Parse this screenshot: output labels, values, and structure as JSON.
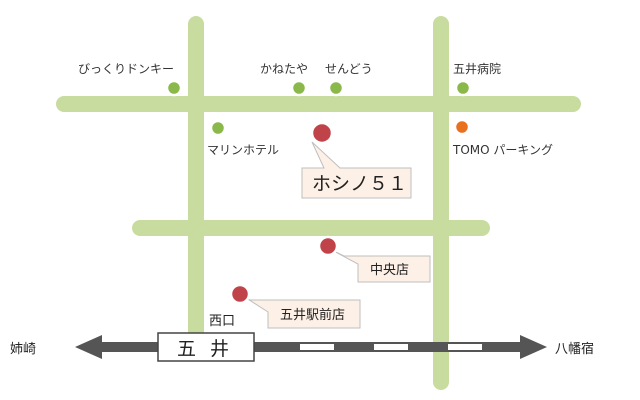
{
  "colors": {
    "road": "#c8dca0",
    "landmark": "#8ab84a",
    "landmark_ring": "#ffffff",
    "parking": "#e8701e",
    "store": "#c0434a",
    "callout_fill": "#fdf0e6",
    "callout_stroke": "#bfbfbf",
    "rail_dark": "#555555",
    "rail_light": "#ffffff"
  },
  "landmarks": {
    "donki": "びっくりドンキー",
    "kanetaya": "かねたや",
    "sendou": "せんどう",
    "hospital": "五井病院",
    "marine_hotel": "マリンホテル",
    "tomo_parking": "TOMO パーキング",
    "nishiguchi": "西口"
  },
  "stores": {
    "main": "ホシノ５１",
    "chuo": "中央店",
    "ekimae": "五井駅前店"
  },
  "rail": {
    "station": "五井",
    "west": "姉崎",
    "east": "八幡宿"
  }
}
